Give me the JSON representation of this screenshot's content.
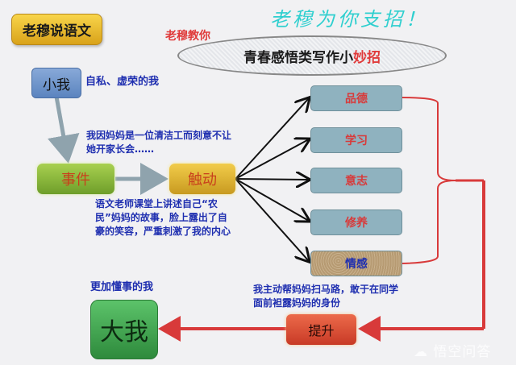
{
  "header": {
    "badge": "老穆说语文",
    "subtitle": "老穆教你",
    "slogan": "老穆为你支招！",
    "title_main": "青春感悟类写作小",
    "title_highlight": "妙招"
  },
  "nodes": {
    "small_me": {
      "label": "小我",
      "note": "自私、虚荣的我"
    },
    "event": {
      "label": "事件",
      "note_above": "我因妈妈是一位清洁工而刻意不让她开家长会……"
    },
    "touch": {
      "label": "触动",
      "note_below": "语文老师课堂上讲述自己“农民”妈妈的故事，脸上露出了自豪的笑容，严重刺激了我的内心"
    },
    "categories": [
      {
        "label": "品德"
      },
      {
        "label": "学习"
      },
      {
        "label": "意志"
      },
      {
        "label": "修养"
      },
      {
        "label": "情感"
      }
    ],
    "lift": {
      "label": "提升",
      "note": "我主动帮妈妈扫马路，敢于在同学面前袒露妈妈的身份"
    },
    "big_me": {
      "label": "大我",
      "note": "更加懂事的我"
    }
  },
  "colors": {
    "arrow_red": "#e03a3a",
    "text_blue": "#1f2fb0",
    "slogan_cyan": "#2fcfcf"
  },
  "watermark": "悟空问答"
}
